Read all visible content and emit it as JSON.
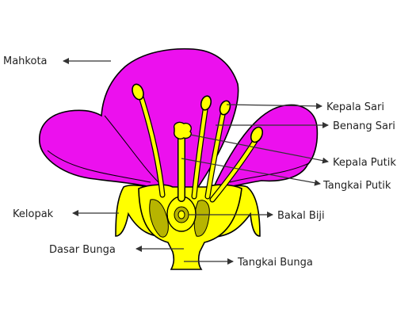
{
  "labels": {
    "mahkota": "Mahkota",
    "kepala_sari": "Kepala Sari",
    "benang_sari": "Benang Sari",
    "kepala_putik": "Kepala Putik",
    "tangkai_putik": "Tangkai Putik",
    "kelopak": "Kelopak",
    "bakal_biji": "Bakal Biji",
    "dasar_bunga": "Dasar Bunga",
    "tangkai_bunga": "Tangkai Bunga"
  },
  "colors": {
    "petal": "#ec10ee",
    "sepal": "#ffff00",
    "ovary_inner": "#b7b400",
    "outline": "#000000",
    "text": "#222222"
  }
}
